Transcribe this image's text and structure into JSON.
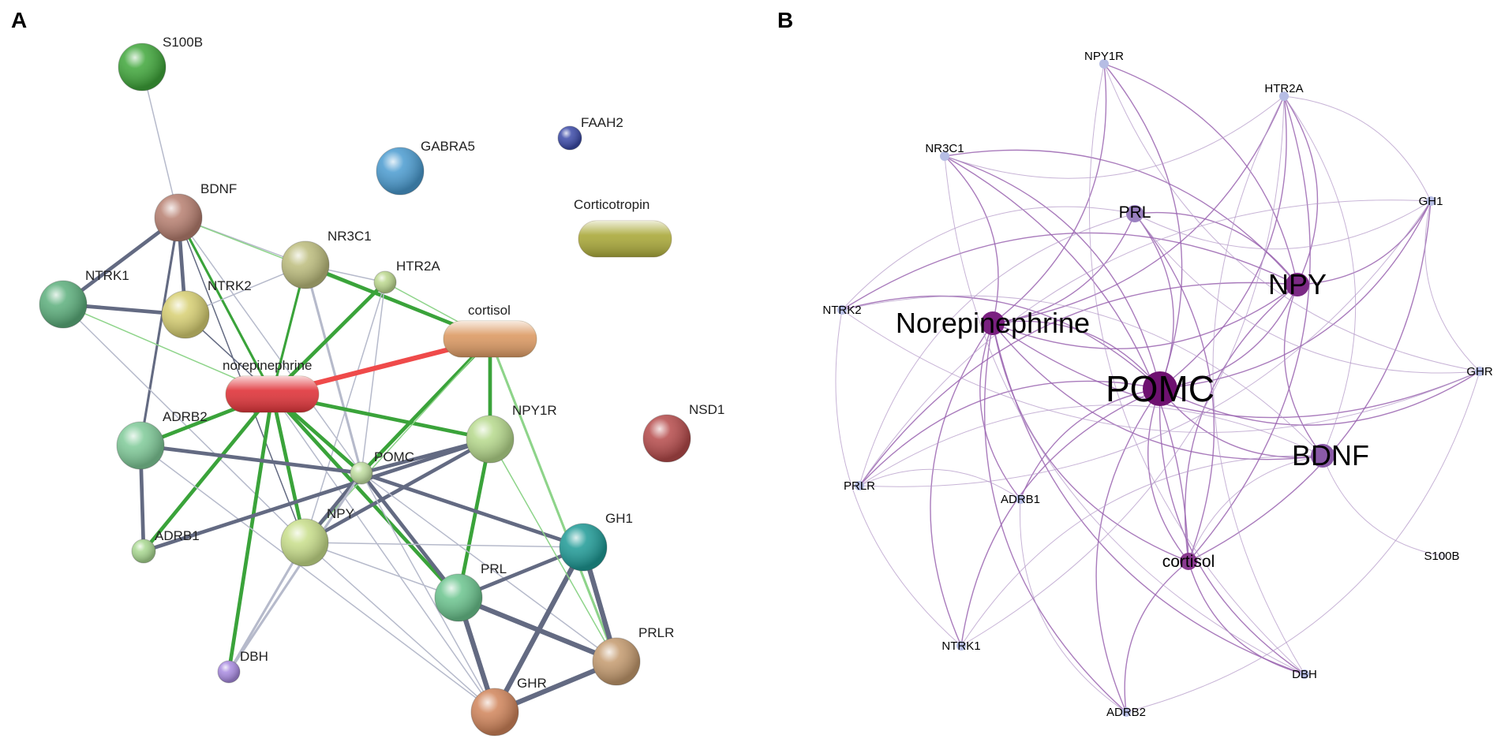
{
  "panels": {
    "a": {
      "letter": "A"
    },
    "b": {
      "letter": "B"
    }
  },
  "panel_a": {
    "nodes": [
      {
        "id": "S100B",
        "label": "S100B",
        "shape": "circle",
        "color": "#3fa63a"
      },
      {
        "id": "FAAH2",
        "label": "FAAH2",
        "shape": "circle",
        "color": "#3b4aa8"
      },
      {
        "id": "GABRA5",
        "label": "GABRA5",
        "shape": "circle",
        "color": "#4a9bd0"
      },
      {
        "id": "Corticotropin",
        "label": "Corticotropin",
        "shape": "pill",
        "color": "#aaa93a"
      },
      {
        "id": "BDNF",
        "label": "BDNF",
        "shape": "circle",
        "color": "#b77f70"
      },
      {
        "id": "NR3C1",
        "label": "NR3C1",
        "shape": "circle",
        "color": "#bcbc7c"
      },
      {
        "id": "HTR2A",
        "label": "HTR2A",
        "shape": "circle",
        "color": "#bcd88e"
      },
      {
        "id": "NTRK1",
        "label": "NTRK1",
        "shape": "circle",
        "color": "#5caf7c"
      },
      {
        "id": "NTRK2",
        "label": "NTRK2",
        "shape": "circle",
        "color": "#d7cf72"
      },
      {
        "id": "cortisol",
        "label": "cortisol",
        "shape": "pill",
        "color": "#dc9a64"
      },
      {
        "id": "norepinephrine",
        "label": "norepinephrine",
        "shape": "pill",
        "color": "#e0343a"
      },
      {
        "id": "NSD1",
        "label": "NSD1",
        "shape": "circle",
        "color": "#b54a4a"
      },
      {
        "id": "ADRB2",
        "label": "ADRB2",
        "shape": "circle",
        "color": "#7fca98"
      },
      {
        "id": "NPY1R",
        "label": "NPY1R",
        "shape": "circle",
        "color": "#b6d98c"
      },
      {
        "id": "POMC",
        "label": "POMC",
        "shape": "circle",
        "color": "#c0dea0"
      },
      {
        "id": "ADRB1",
        "label": "ADRB1",
        "shape": "circle",
        "color": "#a8d890"
      },
      {
        "id": "NPY",
        "label": "NPY",
        "shape": "circle",
        "color": "#c8de8a"
      },
      {
        "id": "GH1",
        "label": "GH1",
        "shape": "circle",
        "color": "#1e9a96"
      },
      {
        "id": "PRL",
        "label": "PRL",
        "shape": "circle",
        "color": "#6bc48e"
      },
      {
        "id": "PRLR",
        "label": "PRLR",
        "shape": "circle",
        "color": "#c49a6e"
      },
      {
        "id": "DBH",
        "label": "DBH",
        "shape": "circle",
        "color": "#a88ae0"
      },
      {
        "id": "GHR",
        "label": "GHR",
        "shape": "circle",
        "color": "#d0845a"
      }
    ],
    "edges": [
      {
        "from": "S100B",
        "to": "BDNF",
        "type": "gray",
        "weight": 1
      },
      {
        "from": "BDNF",
        "to": "NTRK1",
        "type": "dark",
        "weight": 3
      },
      {
        "from": "BDNF",
        "to": "NTRK2",
        "type": "dark",
        "weight": 3
      },
      {
        "from": "BDNF",
        "to": "ADRB2",
        "type": "dark",
        "weight": 2
      },
      {
        "from": "BDNF",
        "to": "NR3C1",
        "type": "gray",
        "weight": 1
      },
      {
        "from": "BDNF",
        "to": "cortisol",
        "type": "lightgreen",
        "weight": 1
      },
      {
        "from": "BDNF",
        "to": "norepinephrine",
        "type": "green",
        "weight": 2
      },
      {
        "from": "BDNF",
        "to": "NPY",
        "type": "dark",
        "weight": 1
      },
      {
        "from": "BDNF",
        "to": "POMC",
        "type": "gray",
        "weight": 1
      },
      {
        "from": "NTRK1",
        "to": "NTRK2",
        "type": "dark",
        "weight": 3
      },
      {
        "from": "NTRK1",
        "to": "norepinephrine",
        "type": "lightgreen",
        "weight": 1
      },
      {
        "from": "NTRK1",
        "to": "NPY",
        "type": "gray",
        "weight": 1
      },
      {
        "from": "NTRK2",
        "to": "NR3C1",
        "type": "gray",
        "weight": 1
      },
      {
        "from": "NTRK2",
        "to": "norepinephrine",
        "type": "dark",
        "weight": 1
      },
      {
        "from": "NR3C1",
        "to": "cortisol",
        "type": "green",
        "weight": 3
      },
      {
        "from": "NR3C1",
        "to": "norepinephrine",
        "type": "green",
        "weight": 2
      },
      {
        "from": "NR3C1",
        "to": "POMC",
        "type": "gray",
        "weight": 2
      },
      {
        "from": "NR3C1",
        "to": "HTR2A",
        "type": "gray",
        "weight": 1
      },
      {
        "from": "HTR2A",
        "to": "norepinephrine",
        "type": "green",
        "weight": 3
      },
      {
        "from": "HTR2A",
        "to": "cortisol",
        "type": "lightgreen",
        "weight": 1
      },
      {
        "from": "HTR2A",
        "to": "POMC",
        "type": "gray",
        "weight": 1
      },
      {
        "from": "HTR2A",
        "to": "NPY",
        "type": "gray",
        "weight": 1
      },
      {
        "from": "norepinephrine",
        "to": "cortisol",
        "type": "red",
        "weight": 4
      },
      {
        "from": "norepinephrine",
        "to": "ADRB2",
        "type": "green",
        "weight": 3
      },
      {
        "from": "norepinephrine",
        "to": "ADRB1",
        "type": "green",
        "weight": 3
      },
      {
        "from": "norepinephrine",
        "to": "DBH",
        "type": "green",
        "weight": 3
      },
      {
        "from": "norepinephrine",
        "to": "NPY",
        "type": "green",
        "weight": 3
      },
      {
        "from": "norepinephrine",
        "to": "NPY1R",
        "type": "green",
        "weight": 3
      },
      {
        "from": "norepinephrine",
        "to": "POMC",
        "type": "green",
        "weight": 3
      },
      {
        "from": "norepinephrine",
        "to": "PRL",
        "type": "green",
        "weight": 3
      },
      {
        "from": "norepinephrine",
        "to": "GHR",
        "type": "gray",
        "weight": 1
      },
      {
        "from": "cortisol",
        "to": "POMC",
        "type": "green",
        "weight": 3
      },
      {
        "from": "cortisol",
        "to": "NPY1R",
        "type": "green",
        "weight": 3
      },
      {
        "from": "cortisol",
        "to": "NPY",
        "type": "lightgreen",
        "weight": 1
      },
      {
        "from": "cortisol",
        "to": "PRLR",
        "type": "lightgreen",
        "weight": 2
      },
      {
        "from": "ADRB2",
        "to": "POMC",
        "type": "dark",
        "weight": 3
      },
      {
        "from": "ADRB2",
        "to": "ADRB1",
        "type": "dark",
        "weight": 3
      },
      {
        "from": "ADRB2",
        "to": "GHR",
        "type": "gray",
        "weight": 1
      },
      {
        "from": "ADRB1",
        "to": "NPY1R",
        "type": "dark",
        "weight": 3
      },
      {
        "from": "NPY1R",
        "to": "POMC",
        "type": "dark",
        "weight": 3
      },
      {
        "from": "NPY1R",
        "to": "NPY",
        "type": "dark",
        "weight": 3
      },
      {
        "from": "NPY1R",
        "to": "PRL",
        "type": "green",
        "weight": 3
      },
      {
        "from": "POMC",
        "to": "NPY",
        "type": "dark",
        "weight": 3
      },
      {
        "from": "POMC",
        "to": "GH1",
        "type": "dark",
        "weight": 3
      },
      {
        "from": "POMC",
        "to": "PRL",
        "type": "dark",
        "weight": 3
      },
      {
        "from": "POMC",
        "to": "DBH",
        "type": "gray",
        "weight": 2
      },
      {
        "from": "POMC",
        "to": "GHR",
        "type": "gray",
        "weight": 1
      },
      {
        "from": "POMC",
        "to": "PRLR",
        "type": "gray",
        "weight": 1
      },
      {
        "from": "NPY",
        "to": "DBH",
        "type": "gray",
        "weight": 2
      },
      {
        "from": "NPY",
        "to": "GH1",
        "type": "gray",
        "weight": 1
      },
      {
        "from": "NPY",
        "to": "PRL",
        "type": "gray",
        "weight": 1
      },
      {
        "from": "NPY",
        "to": "GHR",
        "type": "gray",
        "weight": 1
      },
      {
        "from": "PRL",
        "to": "GH1",
        "type": "dark",
        "weight": 3
      },
      {
        "from": "PRL",
        "to": "PRLR",
        "type": "dark",
        "weight": 4
      },
      {
        "from": "PRL",
        "to": "GHR",
        "type": "dark",
        "weight": 4
      },
      {
        "from": "GH1",
        "to": "GHR",
        "type": "dark",
        "weight": 4
      },
      {
        "from": "GH1",
        "to": "PRLR",
        "type": "dark",
        "weight": 4
      },
      {
        "from": "GHR",
        "to": "PRLR",
        "type": "dark",
        "weight": 4
      },
      {
        "from": "NPY1R",
        "to": "PRLR",
        "type": "lightgreen",
        "weight": 1
      }
    ],
    "edge_colors": {
      "dark": "#636a82",
      "gray": "#b6bacb",
      "green": "#3aa33a",
      "lightgreen": "#8ed48a",
      "red": "#ef4a4a"
    }
  },
  "panel_b": {
    "nodes": [
      {
        "id": "NPY1R",
        "label": "NPY1R",
        "size": "small",
        "color": "#b6bde4"
      },
      {
        "id": "HTR2A",
        "label": "HTR2A",
        "size": "small",
        "color": "#b6bde4"
      },
      {
        "id": "NR3C1",
        "label": "NR3C1",
        "size": "small",
        "color": "#b6bde4"
      },
      {
        "id": "PRL",
        "label": "PRL",
        "size": "medium",
        "color": "#9a80c0"
      },
      {
        "id": "GH1",
        "label": "GH1",
        "size": "small",
        "color": "#b6bde4"
      },
      {
        "id": "NPY",
        "label": "NPY",
        "size": "large",
        "color": "#7c2a85"
      },
      {
        "id": "NTRK2",
        "label": "NTRK2",
        "size": "small",
        "color": "#b6bde4"
      },
      {
        "id": "Norepinephrine",
        "label": "Norepinephrine",
        "size": "large",
        "color": "#7a2080"
      },
      {
        "id": "GHR",
        "label": "GHR",
        "size": "small",
        "color": "#b6bde4"
      },
      {
        "id": "POMC",
        "label": "POMC",
        "size": "xlarge",
        "color": "#6e1170"
      },
      {
        "id": "BDNF",
        "label": "BDNF",
        "size": "large",
        "color": "#8a5aa8"
      },
      {
        "id": "PRLR",
        "label": "PRLR",
        "size": "small",
        "color": "#b6bde4"
      },
      {
        "id": "ADRB1",
        "label": "ADRB1",
        "size": "small",
        "color": "#b6bde4"
      },
      {
        "id": "cortisol",
        "label": "cortisol",
        "size": "medium",
        "color": "#8a3a90"
      },
      {
        "id": "S100B",
        "label": "S100B",
        "size": "tiny",
        "color": "#e6e6ee"
      },
      {
        "id": "NTRK1",
        "label": "NTRK1",
        "size": "small",
        "color": "#b6bde4"
      },
      {
        "id": "DBH",
        "label": "DBH",
        "size": "small",
        "color": "#b6bde4"
      },
      {
        "id": "ADRB2",
        "label": "ADRB2",
        "size": "small",
        "color": "#b6bde4"
      }
    ],
    "edges": [
      [
        "POMC",
        "Norepinephrine"
      ],
      [
        "POMC",
        "NPY"
      ],
      [
        "POMC",
        "BDNF"
      ],
      [
        "POMC",
        "cortisol"
      ],
      [
        "POMC",
        "PRL"
      ],
      [
        "POMC",
        "NPY1R"
      ],
      [
        "POMC",
        "HTR2A"
      ],
      [
        "POMC",
        "NR3C1"
      ],
      [
        "POMC",
        "GH1"
      ],
      [
        "POMC",
        "GHR"
      ],
      [
        "POMC",
        "NTRK2"
      ],
      [
        "POMC",
        "PRLR"
      ],
      [
        "POMC",
        "ADRB1"
      ],
      [
        "POMC",
        "ADRB2"
      ],
      [
        "POMC",
        "DBH"
      ],
      [
        "POMC",
        "NTRK1"
      ],
      [
        "Norepinephrine",
        "NPY"
      ],
      [
        "Norepinephrine",
        "BDNF"
      ],
      [
        "Norepinephrine",
        "cortisol"
      ],
      [
        "Norepinephrine",
        "HTR2A"
      ],
      [
        "Norepinephrine",
        "NR3C1"
      ],
      [
        "Norepinephrine",
        "NPY1R"
      ],
      [
        "Norepinephrine",
        "ADRB1"
      ],
      [
        "Norepinephrine",
        "ADRB2"
      ],
      [
        "Norepinephrine",
        "DBH"
      ],
      [
        "Norepinephrine",
        "PRL"
      ],
      [
        "Norepinephrine",
        "NTRK1"
      ],
      [
        "Norepinephrine",
        "GHR"
      ],
      [
        "NPY",
        "NPY1R"
      ],
      [
        "NPY",
        "BDNF"
      ],
      [
        "NPY",
        "cortisol"
      ],
      [
        "NPY",
        "HTR2A"
      ],
      [
        "NPY",
        "GH1"
      ],
      [
        "NPY",
        "PRL"
      ],
      [
        "NPY",
        "PRLR"
      ],
      [
        "NPY",
        "NTRK2"
      ],
      [
        "NPY",
        "NR3C1"
      ],
      [
        "BDNF",
        "NTRK2"
      ],
      [
        "BDNF",
        "NTRK1"
      ],
      [
        "BDNF",
        "S100B"
      ],
      [
        "BDNF",
        "cortisol"
      ],
      [
        "BDNF",
        "HTR2A"
      ],
      [
        "BDNF",
        "PRLR"
      ],
      [
        "cortisol",
        "NR3C1"
      ],
      [
        "cortisol",
        "HTR2A"
      ],
      [
        "cortisol",
        "PRL"
      ],
      [
        "cortisol",
        "DBH"
      ],
      [
        "cortisol",
        "ADRB2"
      ],
      [
        "cortisol",
        "GH1"
      ],
      [
        "PRL",
        "PRLR"
      ],
      [
        "PRL",
        "GH1"
      ],
      [
        "PRL",
        "GHR"
      ],
      [
        "PRL",
        "NTRK2"
      ],
      [
        "GH1",
        "GHR"
      ],
      [
        "GH1",
        "PRLR"
      ],
      [
        "GH1",
        "HTR2A"
      ],
      [
        "NTRK2",
        "NTRK1"
      ],
      [
        "NTRK2",
        "GHR"
      ],
      [
        "ADRB1",
        "ADRB2"
      ],
      [
        "ADRB1",
        "PRLR"
      ],
      [
        "NR3C1",
        "HTR2A"
      ],
      [
        "NPY1R",
        "GHR"
      ],
      [
        "HTR2A",
        "DBH"
      ],
      [
        "NR3C1",
        "DBH"
      ],
      [
        "PRLR",
        "GH1"
      ],
      [
        "NTRK1",
        "HTR2A"
      ],
      [
        "ADRB2",
        "GHR"
      ],
      [
        "NPY1R",
        "DBH"
      ]
    ]
  }
}
